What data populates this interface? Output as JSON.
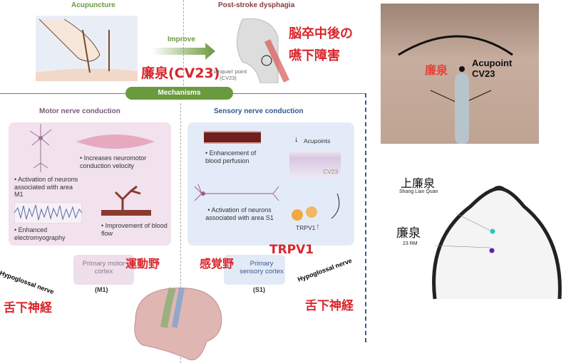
{
  "top": {
    "acupuncture_label": "Acupuncture",
    "improve_label": "Improve",
    "dysphagia_label": "Post-stroke dysphagia",
    "cv23_jp": "廉泉(CV23)",
    "lianquan_label": "'Lianquan' point",
    "lianquan_code": "(CV23)",
    "jp_line1": "脳卒中後の",
    "jp_line2": "嚥下障害"
  },
  "mechanisms_label": "Mechanisms",
  "motor": {
    "title": "Motor nerve conduction",
    "b1": "Activation of neurons associated with area M1",
    "b2": "Increases neuromotor conduction velocity",
    "b3": "Enhanced electromyography",
    "b4": "Improvement of blood flow",
    "cortex": "Primary motor cortex",
    "code": "(M1)",
    "jp": "運動野",
    "nerve": "Hypoglossal nerve",
    "nerve_jp": "舌下神経"
  },
  "sensory": {
    "title": "Sensory nerve conduction",
    "b1": "Enhancement of blood perfusion",
    "b2": "Activation of neurons associated with area S1",
    "acupoints": "Acupoints",
    "cv23": "CV23",
    "trpv1": "TRPV1",
    "up_arrow": "↑",
    "trpv1_jp": "TRPV1",
    "cortex": "Primary sensory cortex",
    "code": "(S1)",
    "jp": "感覚野",
    "nerve": "Hypoglossal nerve",
    "nerve_jp": "舌下神経"
  },
  "photo": {
    "jp": "廉泉",
    "acupoint": "Acupoint",
    "code": "CV23"
  },
  "drawing": {
    "upper_jp": "上廉泉",
    "upper_en": "Shang Lian Quan",
    "lower_jp": "廉泉",
    "lower_en": "23 RM"
  },
  "colors": {
    "green": "#6a9a3e",
    "red": "#d8262b",
    "motor_bg": "#f1e2ee",
    "sensory_bg": "#e4ebf8"
  }
}
